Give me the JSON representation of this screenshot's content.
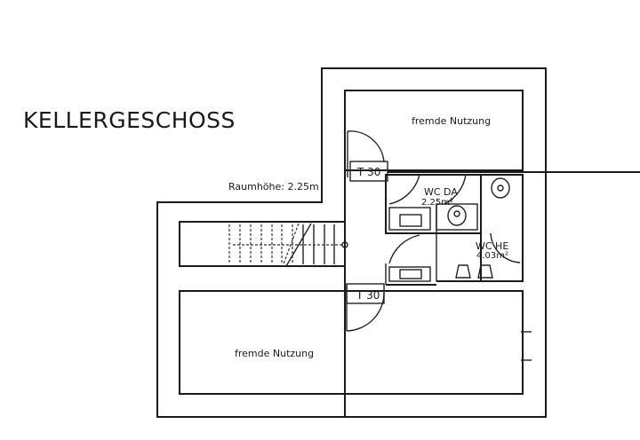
{
  "plan": {
    "title": "KELLERGESCHOSS",
    "room_height_label": "Raumhöhe: 2.25m",
    "rooms": [
      {
        "id": "fremde-nutzung-top",
        "label": "fremde Nutzung"
      },
      {
        "id": "fremde-nutzung-bottom",
        "label": "fremde Nutzung"
      },
      {
        "id": "wc-da",
        "label": "WC DA",
        "area": "2.25m²"
      },
      {
        "id": "wc-he",
        "label": "WC HE",
        "area": "4.03m²"
      }
    ],
    "doors": [
      {
        "id": "door-top",
        "label": "T 30"
      },
      {
        "id": "door-bottom",
        "label": "T 30"
      }
    ],
    "colors": {
      "line": "#1a1a1a",
      "background": "#ffffff"
    }
  }
}
